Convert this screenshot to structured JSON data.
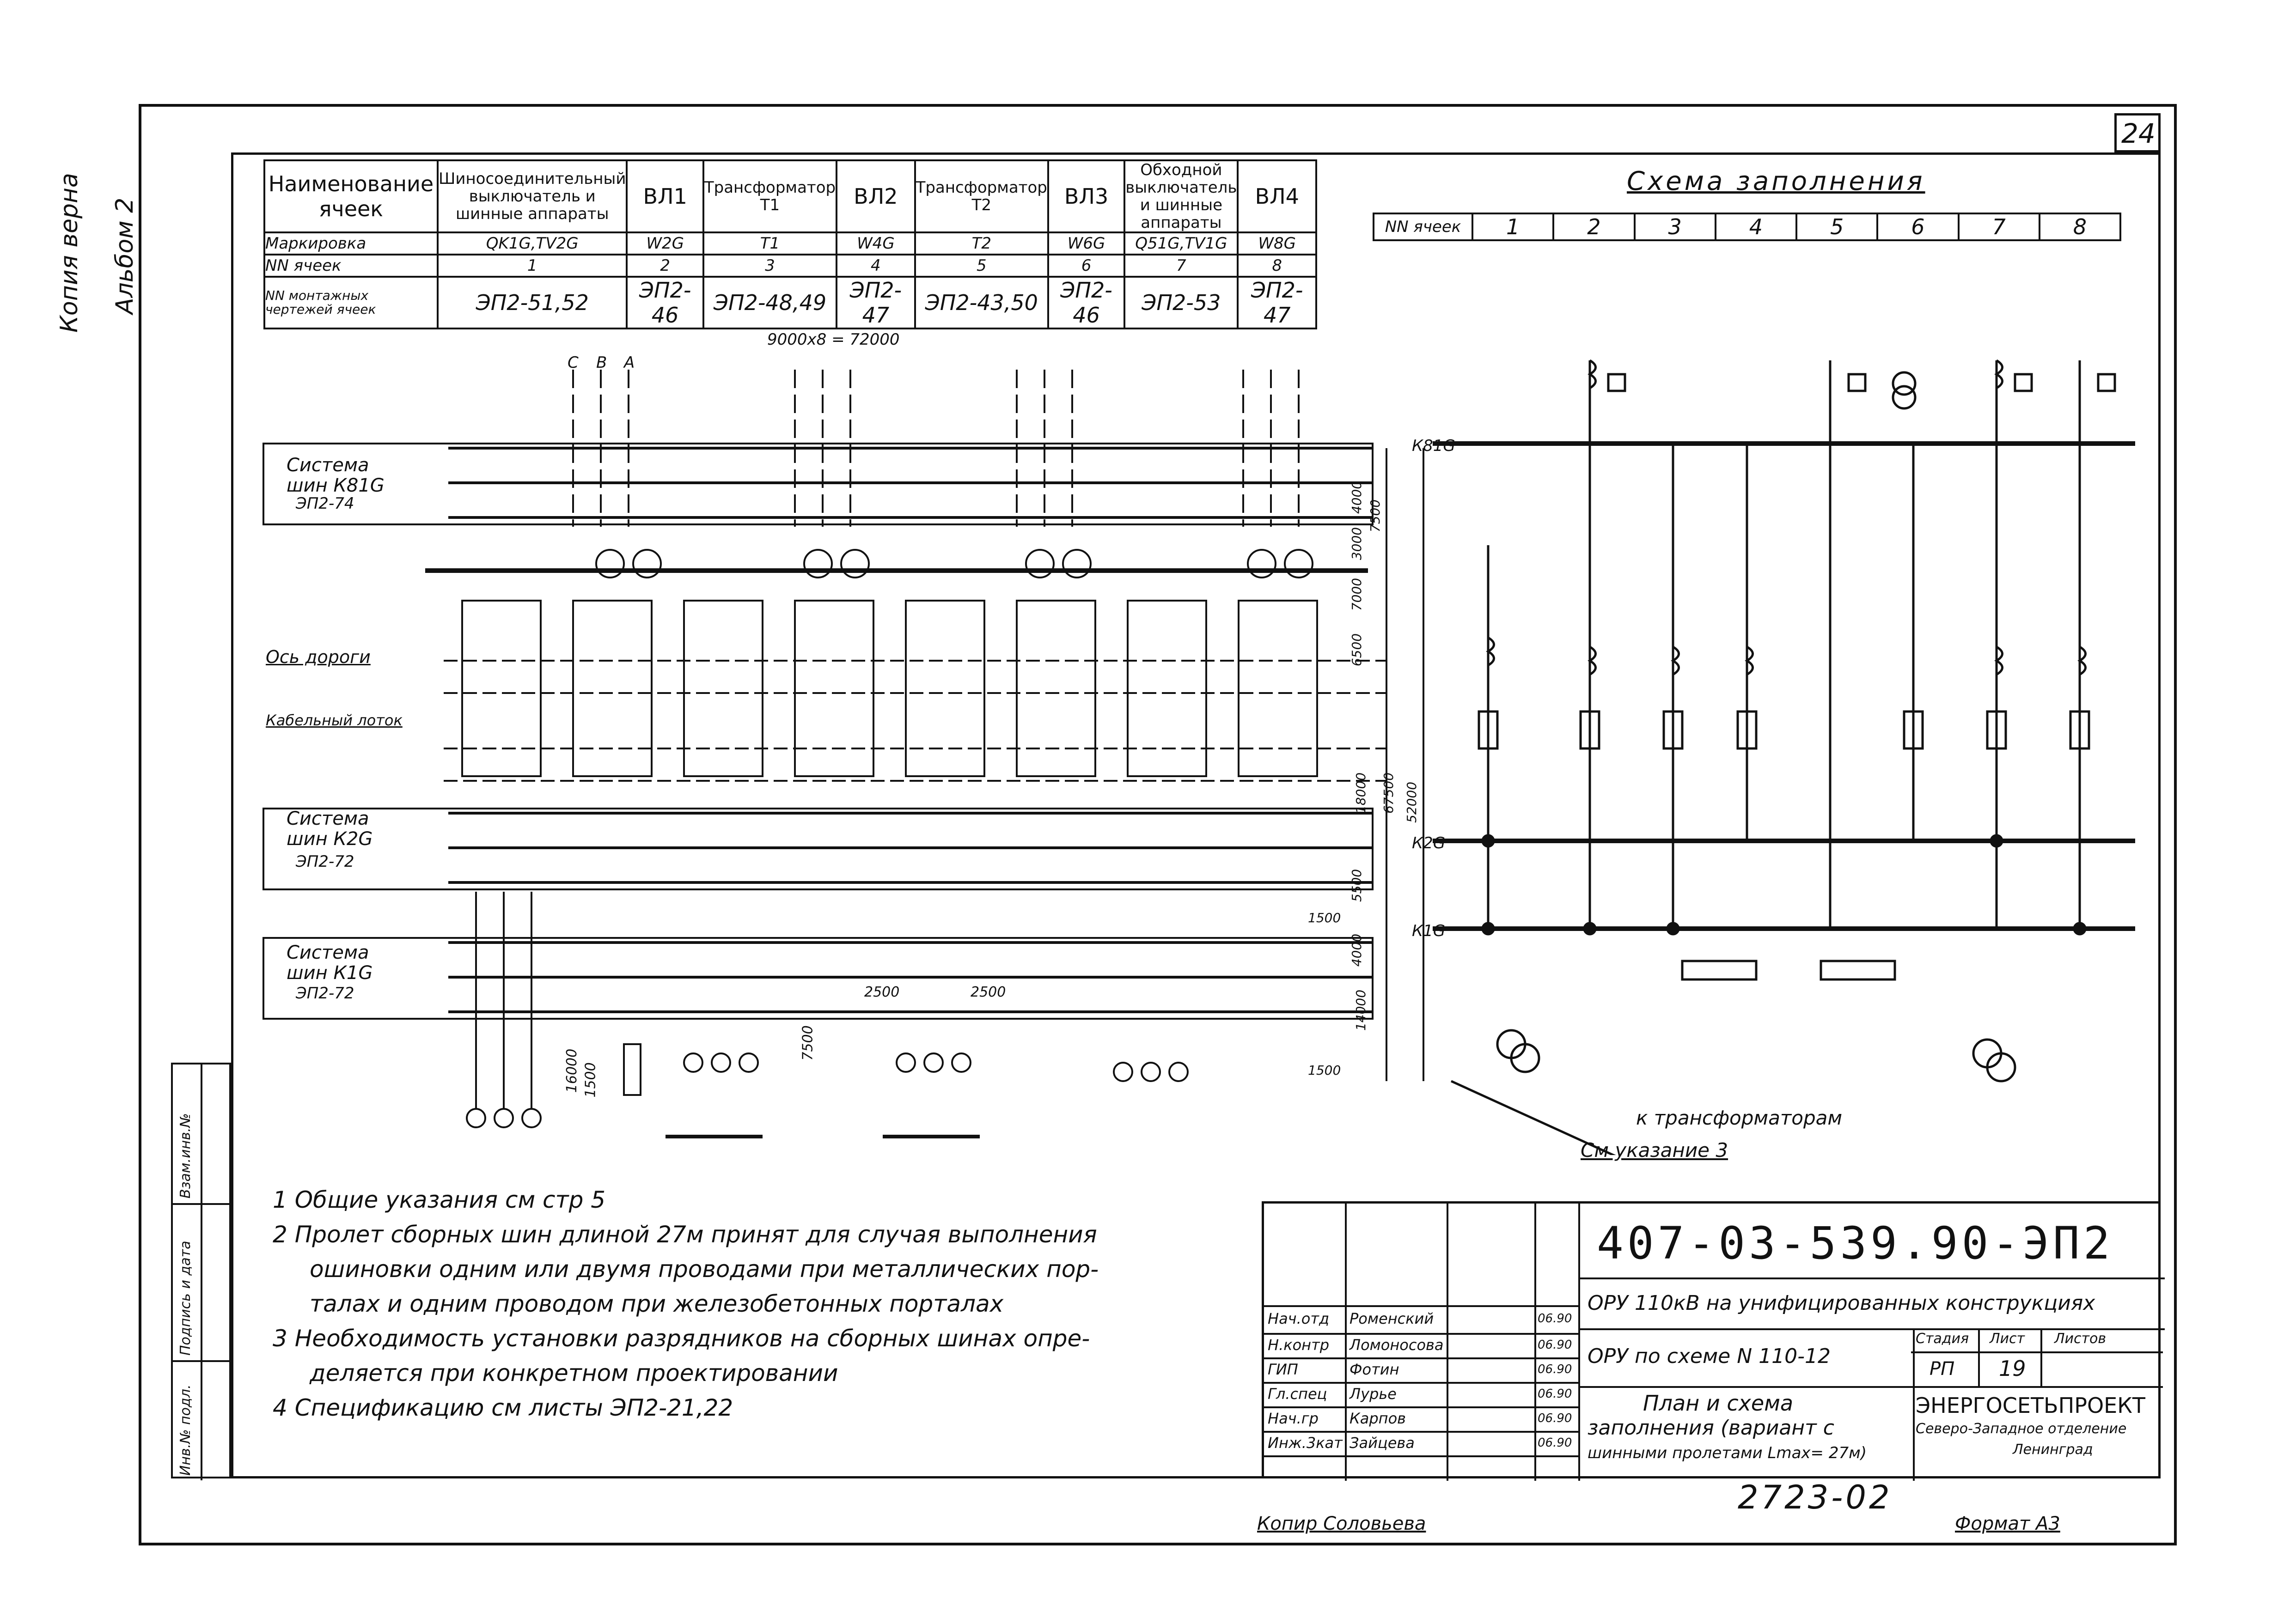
{
  "sheet": {
    "page_number": "24",
    "copy_note": "Копия верна",
    "album_note": "Альбом 2",
    "format_note": "Формат А3",
    "copied_by": "Копир Соловьева",
    "inventory_number": "2723-02"
  },
  "side_stamp": [
    "Инв.№ подл.",
    "Подпись и дата",
    "Взам.инв.№"
  ],
  "cell_table": {
    "headers": [
      "Наименование ячеек",
      "Шиносоединительный выключатель и шинные аппараты",
      "ВЛ1",
      "Трансформатор Т1",
      "ВЛ2",
      "Трансформатор Т2",
      "ВЛ3",
      "Обходной выключатель и шинные аппараты",
      "ВЛ4"
    ],
    "rows": [
      {
        "label": "Маркировка",
        "values": [
          "QK1G,TV2G",
          "W2G",
          "T1",
          "W4G",
          "T2",
          "W6G",
          "Q51G,TV1G",
          "W8G"
        ]
      },
      {
        "label": "NN ячеек",
        "values": [
          "1",
          "2",
          "3",
          "4",
          "5",
          "6",
          "7",
          "8"
        ]
      },
      {
        "label": "NN монтажных чертежей ячеек",
        "values": [
          "ЭП2-51,52",
          "ЭП2-46",
          "ЭП2-48,49",
          "ЭП2-47",
          "ЭП2-43,50",
          "ЭП2-46",
          "ЭП2-53",
          "ЭП2-47"
        ]
      }
    ]
  },
  "fill_scheme": {
    "title": "Схема заполнения",
    "row_label": "NN ячеек",
    "cells": [
      "1",
      "2",
      "3",
      "4",
      "5",
      "6",
      "7",
      "8"
    ]
  },
  "plan": {
    "top_dimension": "9000х8 = 72000",
    "phase_labels": [
      "С",
      "В",
      "А"
    ],
    "busbars": [
      {
        "title": "Система шин К81G",
        "ref": "ЭП2-74"
      },
      {
        "title": "Система шин К2G",
        "ref": "ЭП2-72"
      },
      {
        "title": "Система шин К1G",
        "ref": "ЭП2-72"
      }
    ],
    "road_axis": "Ось дороги",
    "cable_channel": "Кабельный лоток",
    "dimensions_right": [
      "4000",
      "7500",
      "3000",
      "7000",
      "6500",
      "18000",
      "67500",
      "52000",
      "5500",
      "1500",
      "4000",
      "14000",
      "1500"
    ],
    "dimensions_bottom": [
      "2500",
      "2500",
      "16000",
      "1500",
      "7500"
    ]
  },
  "schematic": {
    "bus_labels": [
      "К81G",
      "К2G",
      "К1G"
    ],
    "to_transformers": "к трансформаторам",
    "see_note": "См указание 3"
  },
  "notes": [
    "1  Общие указания см стр 5",
    "2  Пролет сборных шин длиной 27м принят для случая выполнения",
    "ошиновки одним или двумя проводами при металлических пор-",
    "талах и одним проводом при железобетонных порталах",
    "3  Необходимость установки разрядников на сборных шинах опре-",
    "деляется при конкретном проектировании",
    "4  Спецификацию см листы ЭП2-21,22"
  ],
  "title_block": {
    "code": "407-03-539.90-ЭП2",
    "project": "ОРУ 110кВ на унифицированных конструкциях",
    "scheme": "ОРУ по схеме N 110-12",
    "drawing_title": [
      "План и схема",
      "заполнения (вариант с",
      "шинными пролетами Lmax= 27м)"
    ],
    "stage_head": "Стадия",
    "sheet_head": "Лист",
    "sheets_head": "Листов",
    "stage": "РП",
    "sheet": "19",
    "sheets": "",
    "org": "ЭНЕРГОСЕТЬПРОЕКТ",
    "org_branch": "Северо-Западное отделение",
    "org_city": "Ленинград",
    "signatures": [
      {
        "role": "Нач.отд",
        "name": "Роменский",
        "date": "06.90"
      },
      {
        "role": "Н.контр",
        "name": "Ломоносова",
        "date": "06.90"
      },
      {
        "role": "ГИП",
        "name": "Фотин",
        "date": "06.90"
      },
      {
        "role": "Гл.спец",
        "name": "Лурье",
        "date": "06.90"
      },
      {
        "role": "Нач.гр",
        "name": "Карпов",
        "date": "06.90"
      },
      {
        "role": "Инж.3кат",
        "name": "Зайцева",
        "date": "06.90"
      }
    ]
  }
}
